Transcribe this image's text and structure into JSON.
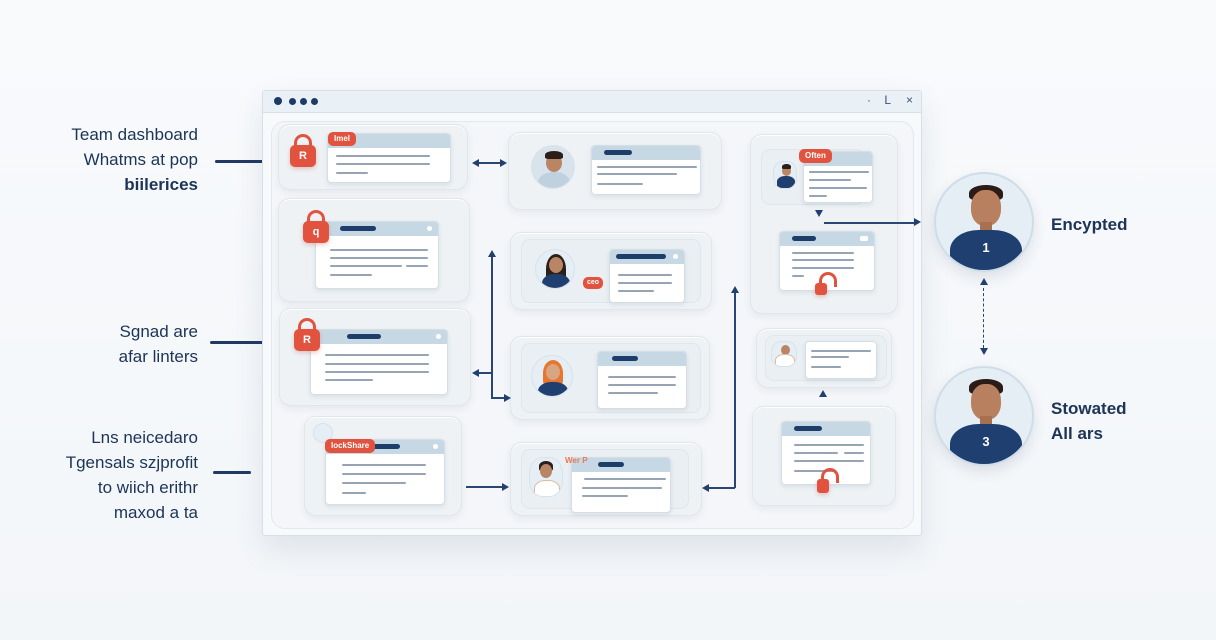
{
  "annotations": [
    {
      "lines": [
        "Team dashboard",
        "Whatms at pop",
        "biilerices"
      ]
    },
    {
      "lines": [
        "Sgnad are",
        "afar linters"
      ]
    },
    {
      "lines": [
        "Lns neicedaro",
        "Tgensals szjprofit",
        "to wiich erithr",
        "maxod a ta"
      ]
    }
  ],
  "window": {
    "controls": {
      "minimize": "·",
      "maximize": "L",
      "close": "×"
    }
  },
  "tags": {
    "t1": "Imel",
    "t2": "q",
    "t3": "R",
    "t4": "lockShare",
    "t5": "ceo",
    "t6": "Often",
    "t7": "Wer P",
    "lock1": "R"
  },
  "users": [
    {
      "number": "1",
      "label_lines": [
        "Encypted"
      ]
    },
    {
      "number": "3",
      "label_lines": [
        "Stowated",
        "All ars"
      ]
    }
  ],
  "colors": {
    "accent_red": "#e2533f",
    "navy": "#1f3f70",
    "card_header": "#c7d8e5",
    "background": "#f5f7fa"
  }
}
